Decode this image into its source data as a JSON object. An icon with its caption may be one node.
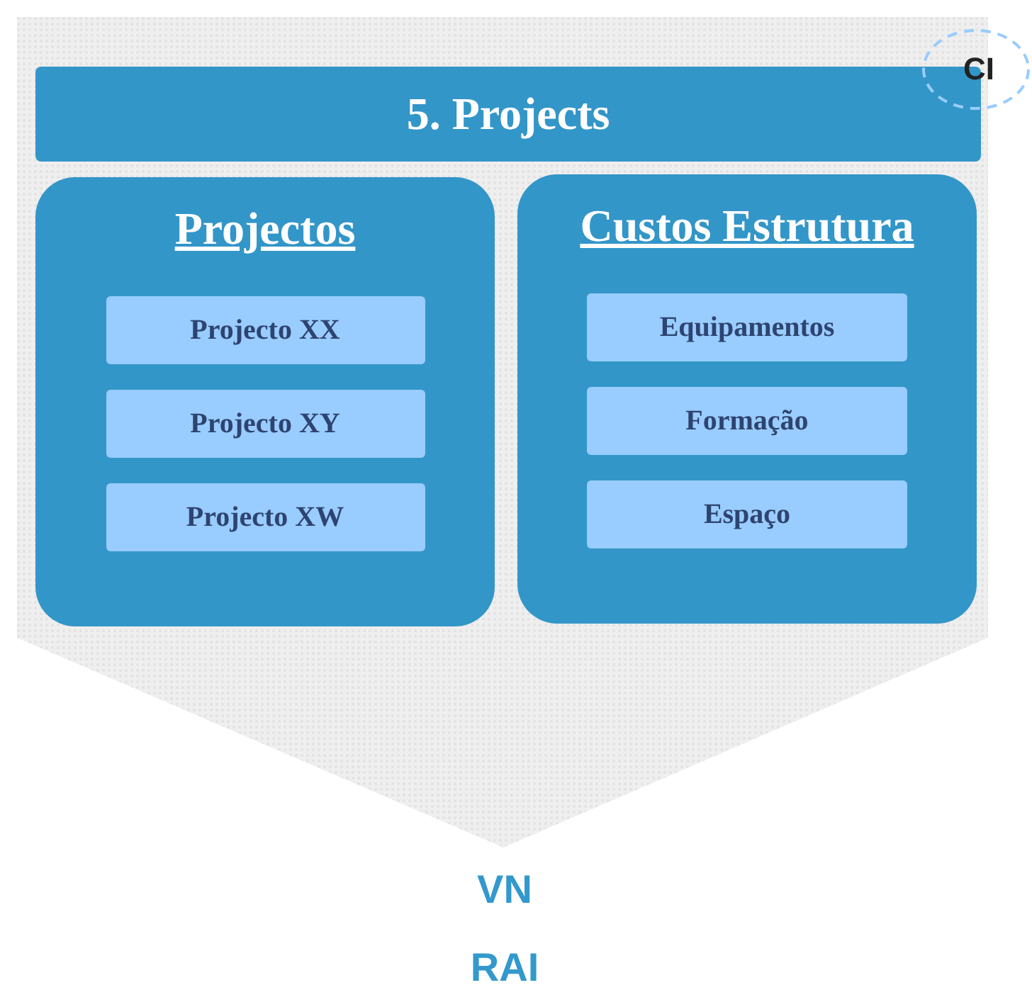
{
  "diagram": {
    "nodes": [
      {
        "text": [
          "5. Projects"
        ]
      },
      {
        "text": [
          "Projectos"
        ]
      },
      {
        "text": [
          "Projecto XX"
        ],
        "in": 1
      },
      {
        "text": [
          "Projecto XY"
        ],
        "in": 1
      },
      {
        "text": [
          "Projecto XW"
        ],
        "in": 1
      },
      {
        "text": [
          "Custos Estrutura"
        ]
      },
      {
        "text": [
          "Equipamentos"
        ],
        "in": 5
      },
      {
        "text": [
          "Formação"
        ],
        "in": 5
      },
      {
        "text": [
          "Espaço"
        ],
        "in": 5
      },
      {
        "text": [
          "CI"
        ]
      }
    ],
    "labels": [
      "VN",
      "RAI"
    ]
  }
}
